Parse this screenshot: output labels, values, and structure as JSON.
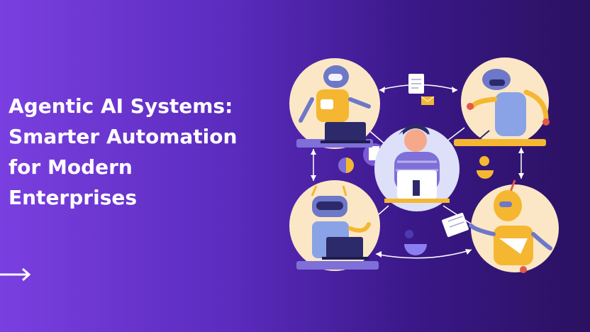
{
  "heading": {
    "lines": [
      "Agentic AI Systems:",
      "Smarter Automation",
      "for Modern",
      "Enterprises"
    ]
  },
  "icons": {
    "arrow": "arrow-right-icon",
    "illustration": "ai-agents-network-illustration"
  },
  "colors": {
    "background_start": "#7a3fe0",
    "background_end": "#2a1160",
    "circle_fill": "#fbe7c6",
    "accent_yellow": "#f5b731",
    "robot_blue": "#6d78c8"
  }
}
